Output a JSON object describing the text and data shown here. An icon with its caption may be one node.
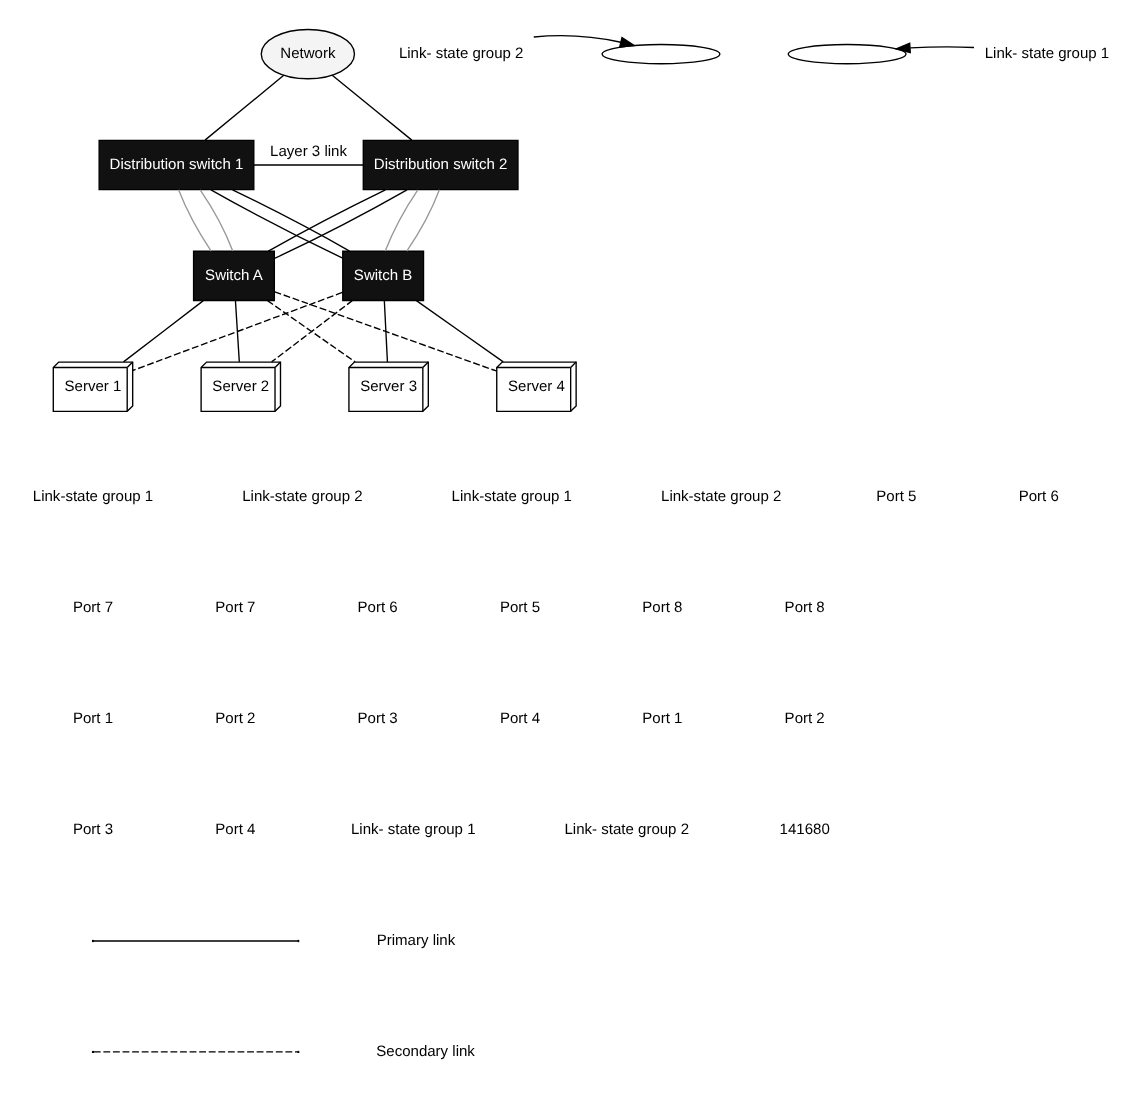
{
  "diagram": {
    "nodes": [
      {
        "text": [
          "Network"
        ]
      },
      {
        "text": [
          "Distribution switch 1"
        ]
      },
      {
        "text": [
          "Distribution switch 2"
        ]
      },
      {
        "text": [
          "Switch A"
        ]
      },
      {
        "text": [
          "Switch B"
        ]
      },
      {
        "text": [
          "Link- state group 2"
        ]
      },
      {
        "text": [],
        "shape": "ellipse"
      },
      {
        "text": [],
        "shape": "ellipse"
      },
      {
        "text": [
          "Link- state group 1"
        ]
      },
      {
        "text": [
          "Server 1"
        ]
      },
      {
        "text": [
          "Server 2"
        ]
      },
      {
        "text": [
          "Server 3"
        ]
      },
      {
        "text": [
          "Server 4"
        ]
      }
    ],
    "edges": [
      {
        "from": 0,
        "to": 1,
        "arrow": "none"
      },
      {
        "from": 0,
        "to": 2,
        "arrow": "none"
      },
      {
        "from": 1,
        "to": 2,
        "arrow": "none",
        "label": "Layer 3 link"
      },
      {
        "from": 1,
        "to": 3,
        "arrow": "none",
        "color": "#999999"
      },
      {
        "from": 1,
        "to": 3,
        "arrow": "none",
        "color": "#999999"
      },
      {
        "from": 1,
        "to": 4,
        "arrow": "none"
      },
      {
        "from": 1,
        "to": 4,
        "arrow": "none"
      },
      {
        "from": 2,
        "to": 3,
        "arrow": "none"
      },
      {
        "from": 2,
        "to": 3,
        "arrow": "none"
      },
      {
        "from": 2,
        "to": 4,
        "arrow": "none",
        "color": "#999999"
      },
      {
        "from": 2,
        "to": 4,
        "arrow": "none",
        "color": "#999999"
      },
      {
        "from": 5,
        "to": 6,
        "arrow": "to"
      },
      {
        "from": 8,
        "to": 7,
        "arrow": "to"
      },
      {
        "from": 3,
        "to": 9,
        "arrow": "none"
      },
      {
        "from": 3,
        "to": 10,
        "arrow": "none"
      },
      {
        "from": 3,
        "to": 11,
        "arrow": "none",
        "style": "dashed"
      },
      {
        "from": 3,
        "to": 12,
        "arrow": "none",
        "style": "dashed"
      },
      {
        "from": 4,
        "to": 9,
        "arrow": "none",
        "style": "dashed"
      },
      {
        "from": 4,
        "to": 10,
        "arrow": "none",
        "style": "dashed"
      },
      {
        "from": 4,
        "to": 11,
        "arrow": "none"
      },
      {
        "from": 4,
        "to": 12,
        "arrow": "none"
      }
    ],
    "labels": [
      "Link-state group 1",
      "Link-state group 2",
      "Link-state group 1",
      "Link-state group 2",
      "Port 5",
      "Port 6",
      "Port 7",
      "Port 7",
      "Port 6",
      "Port 5",
      "Port 8",
      "Port 8",
      "Port 1",
      "Port 2",
      "Port 3",
      "Port 4",
      "Port 1",
      "Port 2",
      "Port 3",
      "Port 4",
      "Link- state group 1",
      "Link- state group 2",
      "141680"
    ],
    "legend": [
      {
        "text": "Primary link"
      },
      {
        "text": "Secondary link"
      }
    ]
  }
}
